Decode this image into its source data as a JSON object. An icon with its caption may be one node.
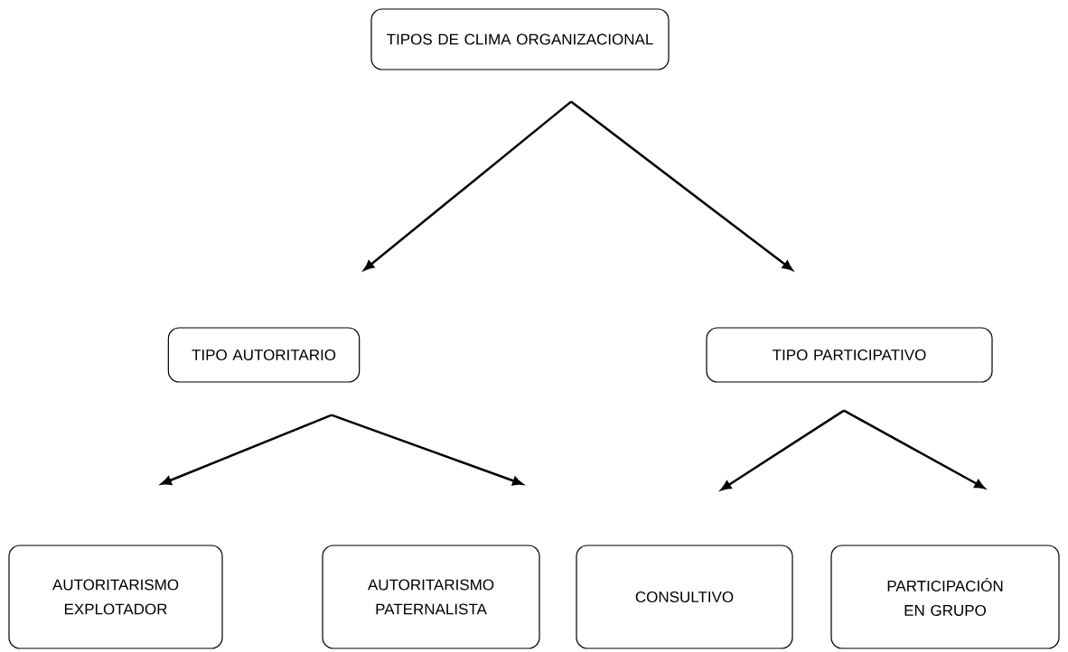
{
  "diagram": {
    "nodes": [
      {
        "text": [
          "TIPOS DE CLIMA ORGANIZACIONAL"
        ]
      },
      {
        "text": [
          "TIPO AUTORITARIO"
        ]
      },
      {
        "text": [
          "TIPO PARTICIPATIVO"
        ]
      },
      {
        "text": [
          "AUTORITARISMO EXPLOTADOR"
        ]
      },
      {
        "text": [
          "AUTORITARISMO PATERNALISTA"
        ]
      },
      {
        "text": [
          "CONSULTIVO"
        ]
      },
      {
        "text": [
          "PARTICIPACIÓN EN GRUPO"
        ]
      }
    ],
    "edges": [
      {
        "from": 0,
        "to": 1,
        "arrow": "to"
      },
      {
        "from": 0,
        "to": 2,
        "arrow": "to"
      },
      {
        "from": 1,
        "to": 3,
        "arrow": "to"
      },
      {
        "from": 1,
        "to": 4,
        "arrow": "to"
      },
      {
        "from": 2,
        "to": 5,
        "arrow": "to"
      },
      {
        "from": 2,
        "to": 6,
        "arrow": "to"
      }
    ]
  }
}
